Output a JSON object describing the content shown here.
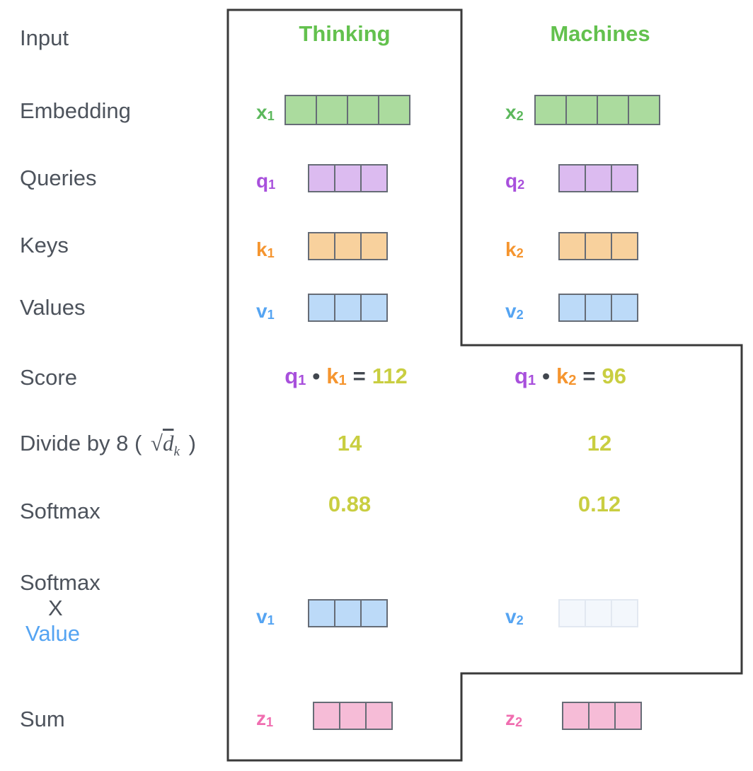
{
  "labels": {
    "input": "Input",
    "embedding": "Embedding",
    "queries": "Queries",
    "keys": "Keys",
    "values": "Values",
    "score": "Score",
    "divide": {
      "prefix": "Divide by 8 (",
      "radical": "√",
      "d": "d",
      "k": "k",
      "suffix": ")"
    },
    "softmax": "Softmax",
    "softmax_x_value": {
      "line1": "Softmax",
      "line2": "X",
      "line3": "Value"
    },
    "sum": "Sum"
  },
  "columns": [
    {
      "header": "Thinking",
      "x": {
        "base": "x",
        "sub": "1"
      },
      "q": {
        "base": "q",
        "sub": "1"
      },
      "k": {
        "base": "k",
        "sub": "1"
      },
      "v": {
        "base": "v",
        "sub": "1"
      },
      "sv": {
        "base": "v",
        "sub": "1"
      },
      "z": {
        "base": "z",
        "sub": "1"
      },
      "score": {
        "q_base": "q",
        "q_sub": "1",
        "dot": "•",
        "k_base": "k",
        "k_sub": "1",
        "eq": "=",
        "value": "112"
      },
      "divide_value": "14",
      "softmax_value": "0.88"
    },
    {
      "header": "Machines",
      "x": {
        "base": "x",
        "sub": "2"
      },
      "q": {
        "base": "q",
        "sub": "2"
      },
      "k": {
        "base": "k",
        "sub": "2"
      },
      "v": {
        "base": "v",
        "sub": "2"
      },
      "sv": {
        "base": "v",
        "sub": "2"
      },
      "z": {
        "base": "z",
        "sub": "2"
      },
      "score": {
        "q_base": "q",
        "q_sub": "1",
        "dot": "•",
        "k_base": "k",
        "k_sub": "2",
        "eq": "=",
        "value": "96"
      },
      "divide_value": "12",
      "softmax_value": "0.12"
    }
  ],
  "colors": {
    "outline": "#3a3a3a",
    "label-text": "#4d535c",
    "green-header": "#63c14e",
    "green-label": "#5cb85c",
    "green-fill": "#abdb9e",
    "cell-border": "#666c76",
    "purple-label": "#a850dc",
    "purple-fill": "#dcbbf0",
    "orange-label": "#f5952f",
    "orange-fill": "#f8d19d",
    "blue-label": "#55a4f2",
    "blue-fill": "#bcdaf8",
    "faded-fill": "#f3f7fc",
    "faded-border": "#e2e8f1",
    "pink-label": "#f06eb0",
    "pink-fill": "#f6bcd7",
    "olive-value": "#c9ce41",
    "operator": "#42474f"
  }
}
